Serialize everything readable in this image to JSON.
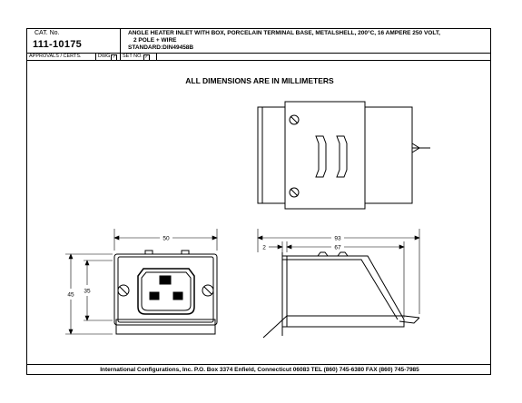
{
  "title_block": {
    "cat_label": "CAT. No.",
    "cat_number": "111-10175",
    "description_line1": "ANGLE HEATER INLET WITH BOX, PORCELAIN TERMINAL BASE, METALSHELL, 200°C, 16 AMPERE 250 VOLT,",
    "description_line2": "2 POLE + WIRE",
    "description_line3": "STANDARD:DIN49458B",
    "approvals_label": "APPROVALS / CERTS.",
    "dwg_label": "DWG",
    "dwg_check": "✓",
    "set_label": "SET NO.",
    "set_check": "✓"
  },
  "note": "ALL DIMENSIONS ARE IN MILLIMETERS",
  "dimensions": {
    "front_width": "50",
    "front_height_outer": "45",
    "front_height_inner": "35",
    "side_overall": "93",
    "side_offset": "2",
    "side_body": "67"
  },
  "footer": "International Configurations, Inc. P.O. Box 3374 Enfield, Connecticut 06083 TEL (860) 745-6380 FAX (860) 745-7985"
}
